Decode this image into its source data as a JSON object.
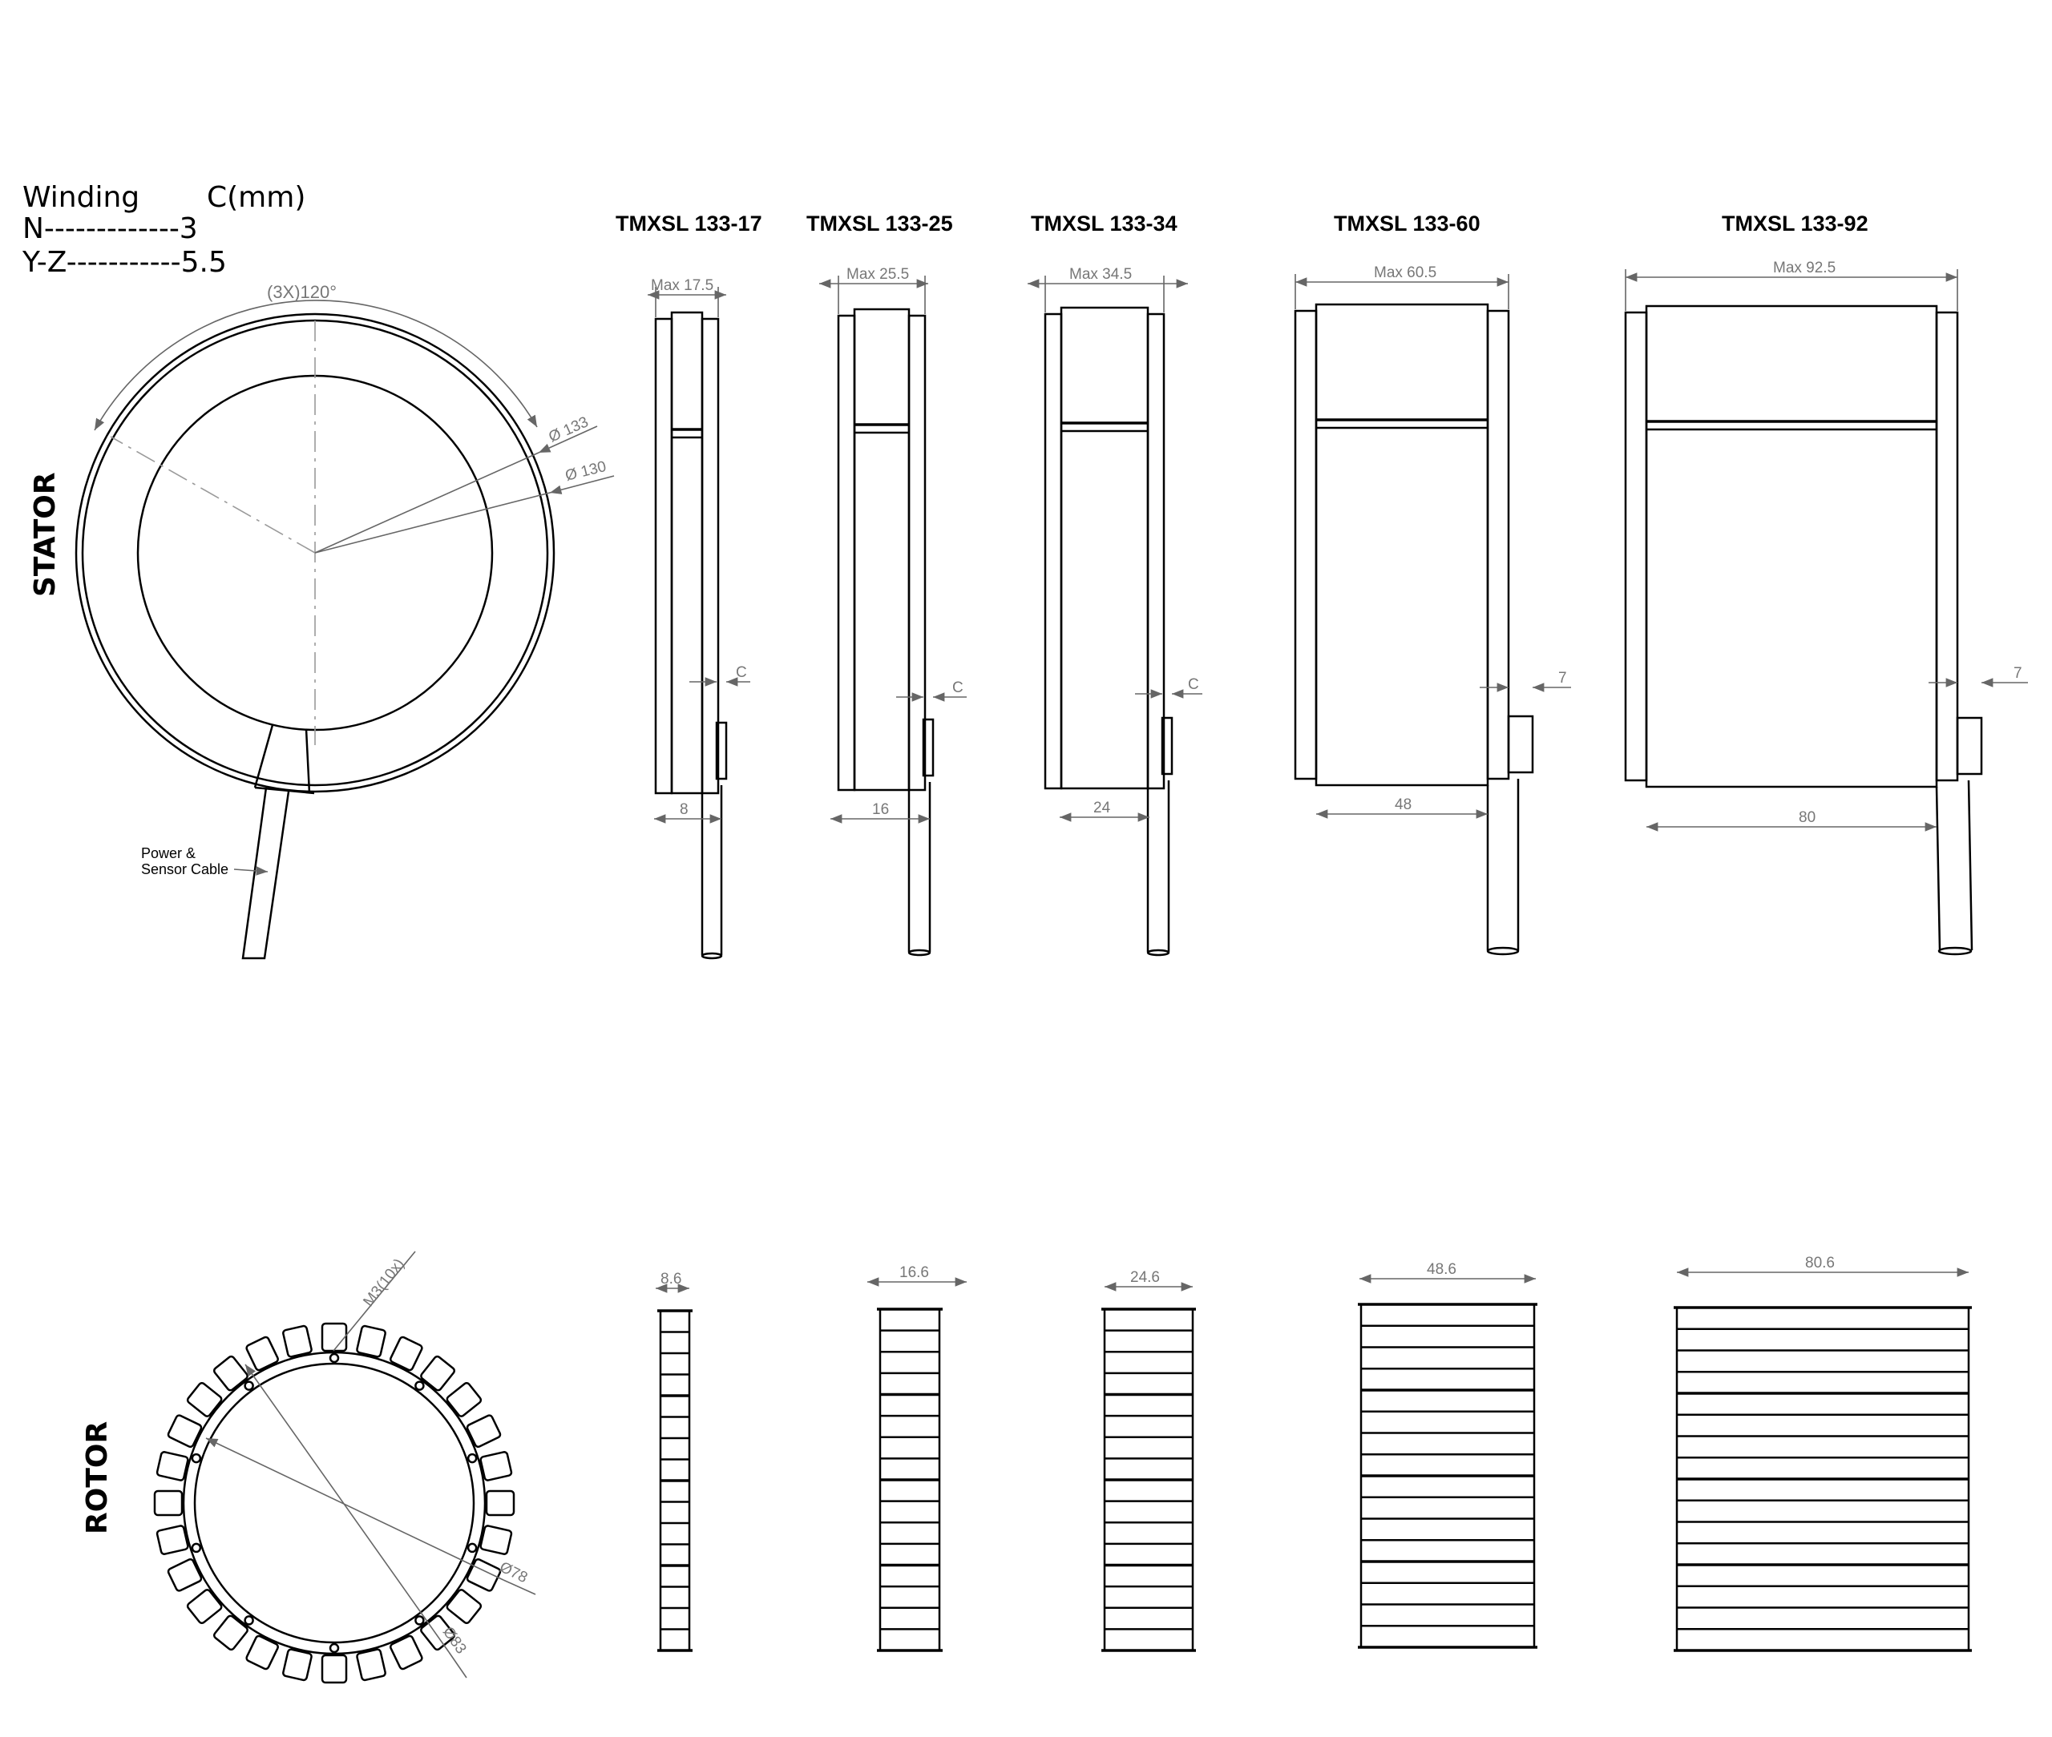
{
  "winding_table": {
    "header_winding": "Winding",
    "header_c": "C(mm)",
    "rows": [
      {
        "label": "N-------------3"
      },
      {
        "label": "Y-Z-----------5.5"
      }
    ]
  },
  "sections": {
    "stator": "STATOR",
    "rotor": "ROTOR"
  },
  "stator_front": {
    "angle": "(3X)120°",
    "d_outer": "Ø 133",
    "d_inner": "Ø 130",
    "cable_note_1": "Power &",
    "cable_note_2": "Sensor Cable"
  },
  "models": [
    {
      "title": "TMXSL 133-17",
      "max": "Max 17.5",
      "core": "8",
      "c": "C",
      "rotor": "8.6"
    },
    {
      "title": "TMXSL 133-25",
      "max": "Max 25.5",
      "core": "16",
      "c": "C",
      "rotor": "16.6"
    },
    {
      "title": "TMXSL 133-34",
      "max": "Max 34.5",
      "core": "24",
      "c": "C",
      "rotor": "24.6"
    },
    {
      "title": "TMXSL 133-60",
      "max": "Max 60.5",
      "core": "48",
      "c": "7",
      "rotor": "48.6"
    },
    {
      "title": "TMXSL 133-92",
      "max": "Max 92.5",
      "core": "80",
      "c": "7",
      "rotor": "80.6"
    }
  ],
  "rotor_front": {
    "holes": "M3(10x)",
    "d1": "Ø78",
    "d2": "Ø83"
  }
}
